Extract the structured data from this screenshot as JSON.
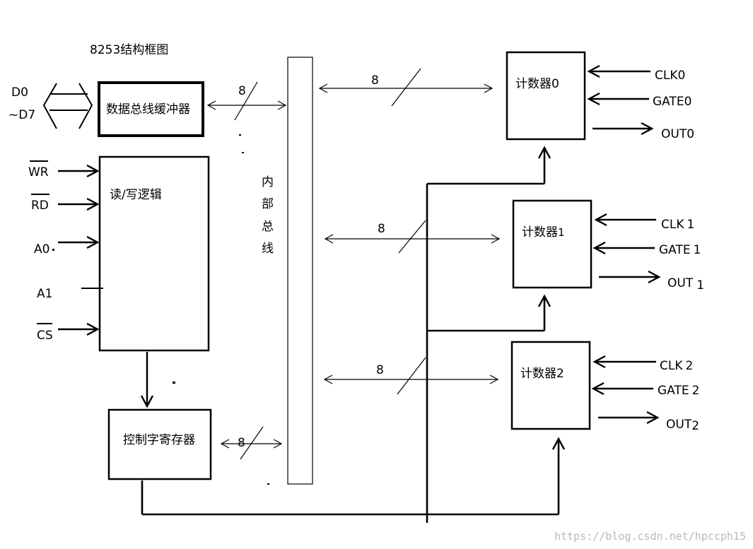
{
  "title": "8253结构框图",
  "data_bus": {
    "top": "D0",
    "bottom": "~D7"
  },
  "buffer": {
    "label": "数据总线缓冲器",
    "bus_width": "8"
  },
  "rw_logic": {
    "label": "读/写逻辑"
  },
  "rw_signals": [
    {
      "id": "wr",
      "label": "WR",
      "overbar": true
    },
    {
      "id": "rd",
      "label": "RD",
      "overbar": true
    },
    {
      "id": "a0",
      "label": "A0",
      "overbar": false
    },
    {
      "id": "a1",
      "label": "A1",
      "overbar": false
    },
    {
      "id": "cs",
      "label": "CS",
      "overbar": true
    }
  ],
  "control_register": {
    "label": "控制字寄存器",
    "bus_width": "8"
  },
  "internal_bus": {
    "chars": [
      "内",
      "部",
      "总",
      "线"
    ]
  },
  "counters": [
    {
      "id": "0",
      "name_main": "计数器",
      "name_index": "0",
      "bus_width": "8",
      "clk": {
        "text": "CLK",
        "num": "0"
      },
      "gate": {
        "text": "GATE",
        "num": "0"
      },
      "out": {
        "text": "OUT",
        "num": "0"
      }
    },
    {
      "id": "1",
      "name_main": "计数器",
      "name_index": "1",
      "bus_width": "8",
      "clk": {
        "text": "CLK",
        "num": "1"
      },
      "gate": {
        "text": "GATE",
        "num": "1"
      },
      "out": {
        "text": "OUT",
        "num": "1"
      }
    },
    {
      "id": "2",
      "name_main": "计数器",
      "name_index": "2",
      "bus_width": "8",
      "clk": {
        "text": "CLK",
        "num": "2"
      },
      "gate": {
        "text": "GATE",
        "num": "2"
      },
      "out": {
        "text": "OUT",
        "num": "2"
      }
    }
  ],
  "watermark": "https://blog.csdn.net/hpccph15"
}
